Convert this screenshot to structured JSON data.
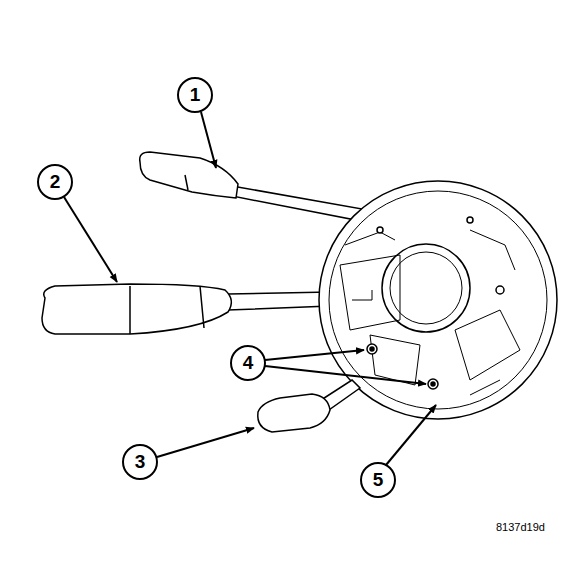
{
  "diagram": {
    "labels": [
      "1",
      "2",
      "4",
      "3",
      "5",
      "8137d19d"
    ]
  }
}
